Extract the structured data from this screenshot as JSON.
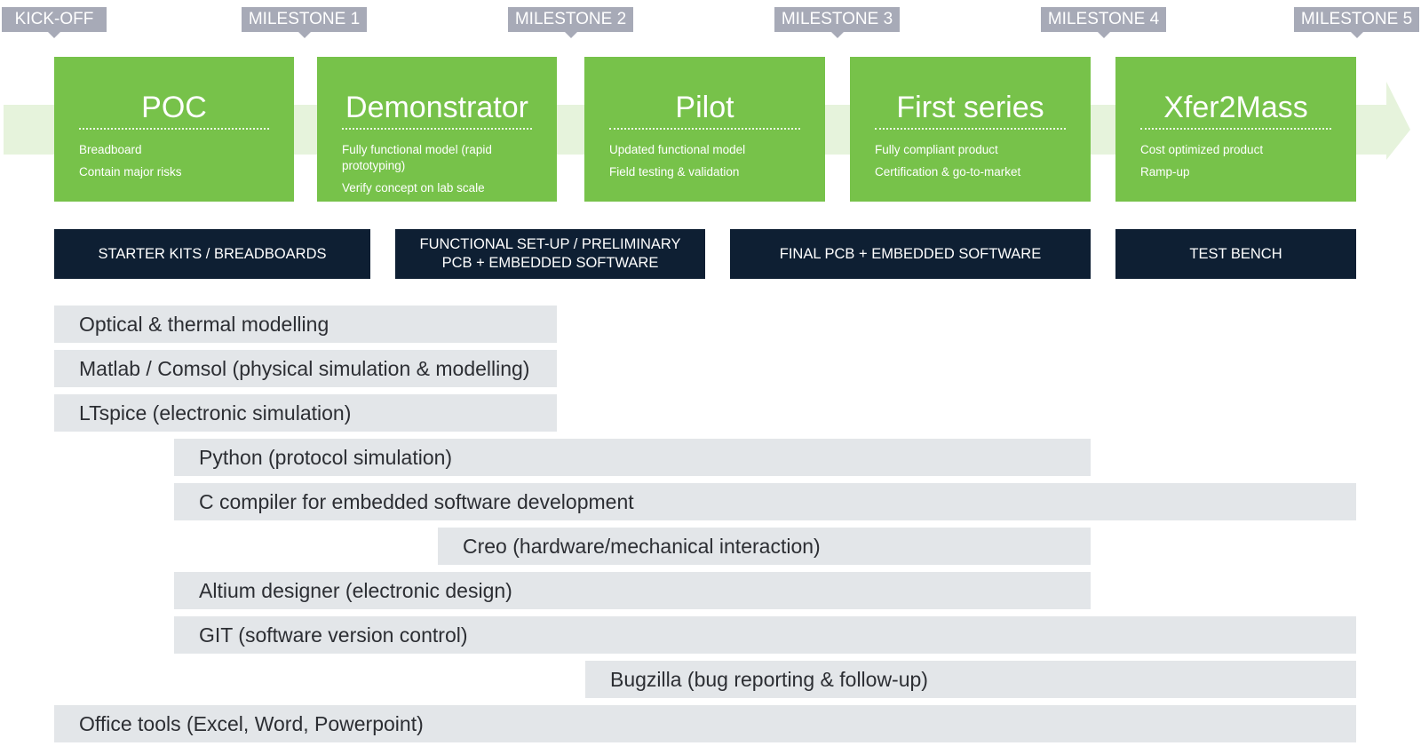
{
  "colors": {
    "milestone_tag": "#a7aab7",
    "phase_green": "#77c24a",
    "arrow_band": "#e6f3dc",
    "deliverable_navy": "#0e1f33",
    "tool_bar": "#e3e6e9",
    "tool_text": "#2c2e33"
  },
  "milestones": [
    {
      "label": "KICK-OFF"
    },
    {
      "label": "MILESTONE 1"
    },
    {
      "label": "MILESTONE 2"
    },
    {
      "label": "MILESTONE 3"
    },
    {
      "label": "MILESTONE 4"
    },
    {
      "label": "MILESTONE 5"
    }
  ],
  "phases": [
    {
      "title": "POC",
      "lines": [
        "Breadboard",
        "Contain major risks"
      ]
    },
    {
      "title": "Demonstrator",
      "lines": [
        "Fully functional model (rapid prototyping)",
        "Verify concept on lab scale"
      ]
    },
    {
      "title": "Pilot",
      "lines": [
        "Updated functional model",
        "Field testing & validation"
      ]
    },
    {
      "title": "First series",
      "lines": [
        "Fully compliant product",
        "Certification & go-to-market"
      ]
    },
    {
      "title": "Xfer2Mass",
      "lines": [
        "Cost optimized product",
        "Ramp-up"
      ]
    }
  ],
  "deliverables": [
    {
      "label": "STARTER KITS / BREADBOARDS"
    },
    {
      "label": "FUNCTIONAL SET-UP / PRELIMINARY PCB + EMBEDDED SOFTWARE"
    },
    {
      "label": "FINAL PCB + EMBEDDED SOFTWARE"
    },
    {
      "label": "TEST BENCH"
    }
  ],
  "tools": [
    {
      "label": "Optical & thermal modelling"
    },
    {
      "label": "Matlab / Comsol (physical simulation & modelling)"
    },
    {
      "label": "LTspice (electronic simulation)"
    },
    {
      "label": "Python (protocol simulation)"
    },
    {
      "label": "C compiler for embedded software development"
    },
    {
      "label": "Creo (hardware/mechanical interaction)"
    },
    {
      "label": "Altium designer (electronic design)"
    },
    {
      "label": "GIT (software version control)"
    },
    {
      "label": "Bugzilla (bug reporting & follow-up)"
    },
    {
      "label": "Office tools (Excel, Word, Powerpoint)"
    }
  ]
}
